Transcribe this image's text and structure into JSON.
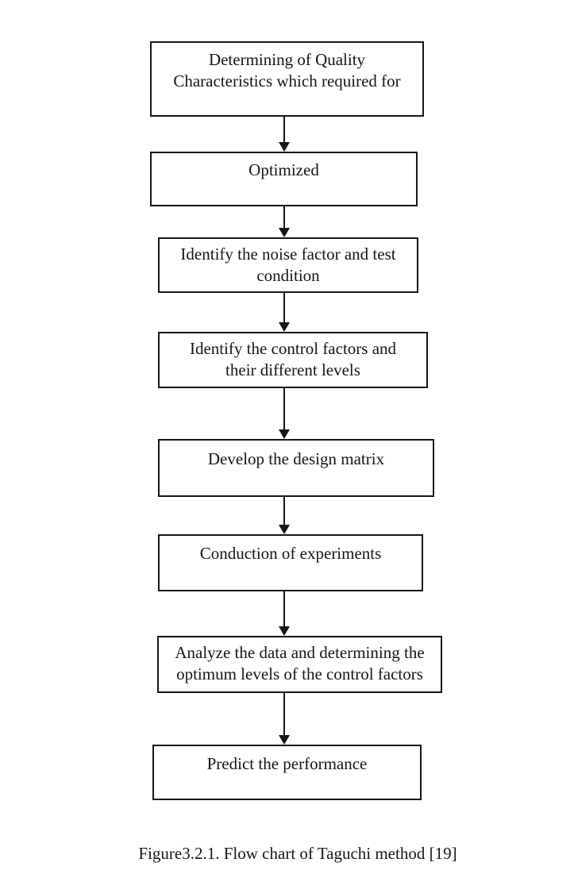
{
  "diagram": {
    "type": "flowchart",
    "direction": "top-down",
    "connector_style": "arrow-down",
    "steps": [
      {
        "label": "Determining of Quality\nCharacteristics which required for"
      },
      {
        "label": "Optimized"
      },
      {
        "label": "Identify the noise factor and test\ncondition"
      },
      {
        "label": "Identify the control factors and\ntheir different levels"
      },
      {
        "label": "Develop the design matrix"
      },
      {
        "label": "Conduction of experiments"
      },
      {
        "label": "Analyze the data and determining the\noptimum levels of the control factors"
      },
      {
        "label": "Predict the performance"
      }
    ]
  },
  "figure": {
    "caption": "Figure3.2.1. Flow chart of Taguchi method [19]"
  },
  "colors": {
    "background": "#ffffff",
    "line": "#161616",
    "text": "#161616"
  }
}
